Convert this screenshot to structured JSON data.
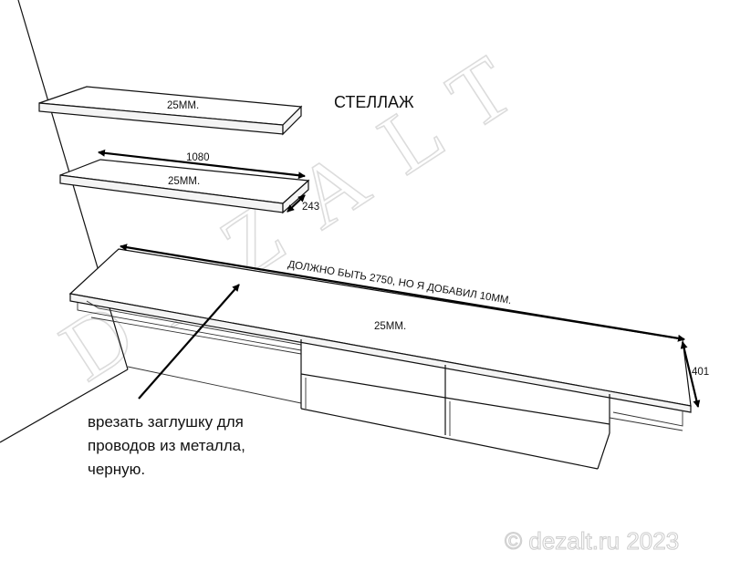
{
  "title": "СТЕЛЛАЖ",
  "shelf_top": {
    "thickness_label": "25ММ."
  },
  "shelf_middle": {
    "width_label": "1080",
    "thickness_label": "25ММ.",
    "depth_label": "243"
  },
  "tv_stand": {
    "length_note": "ДОЛЖНО БЫТЬ 2750, НО Я ДОБАВИЛ 10ММ.",
    "thickness_label": "25ММ.",
    "depth_label": "401"
  },
  "annotation": {
    "lines": [
      "врезать заглушку для",
      "проводов из металла,",
      "черную."
    ]
  },
  "watermark": {
    "brand": "DEZALT",
    "copyright": "© dezalt.ru 2023"
  }
}
